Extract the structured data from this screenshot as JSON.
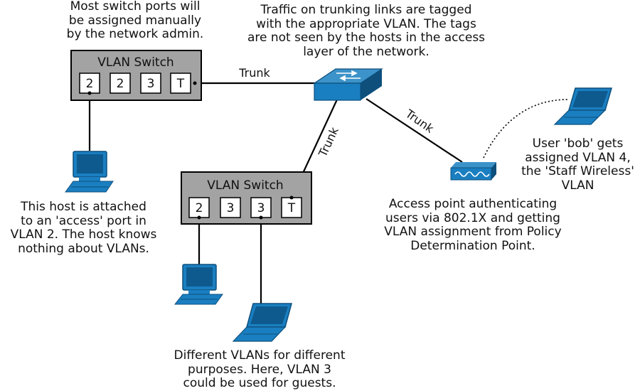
{
  "captions": {
    "top_left": [
      "Most switch ports will",
      "be assigned manually",
      "by the network admin."
    ],
    "top_center": [
      "Traffic on trunking links are tagged",
      "with the appropriate VLAN. The tags",
      "are not seen by the hosts in the access",
      "layer of the network."
    ],
    "host_left": [
      "This host is attached",
      "to an 'access' port in",
      "VLAN 2. The host knows",
      "nothing about VLANs."
    ],
    "access_point": [
      "Access point authenticating",
      "users via 802.1X and getting",
      "VLAN assignment from Policy",
      "Determination Point."
    ],
    "user_bob": [
      "User 'bob' gets",
      "assigned VLAN 4,",
      "the 'Staff Wireless'",
      "VLAN"
    ],
    "bottom": [
      "Different VLANs for different",
      "purposes. Here, VLAN 3",
      "could be used for guests."
    ]
  },
  "switch_top": {
    "title": "VLAN Switch",
    "ports": [
      "2",
      "2",
      "3",
      "T"
    ]
  },
  "switch_mid": {
    "title": "VLAN Switch",
    "ports": [
      "2",
      "3",
      "3",
      "T"
    ]
  },
  "links": {
    "trunk_top": "Trunk",
    "trunk_mid": "Trunk",
    "trunk_ap": "Trunk"
  },
  "icons": {
    "core_switch": "core-switch-icon",
    "desktop": "desktop-computer-icon",
    "laptop": "laptop-icon",
    "access_point": "wireless-access-point-icon"
  },
  "colors": {
    "device_blue": "#1a7fc1",
    "device_dark": "#0e4f7c",
    "switch_fill": "#a3a3a3",
    "port_fill": "#ffffff",
    "line": "#000000"
  }
}
